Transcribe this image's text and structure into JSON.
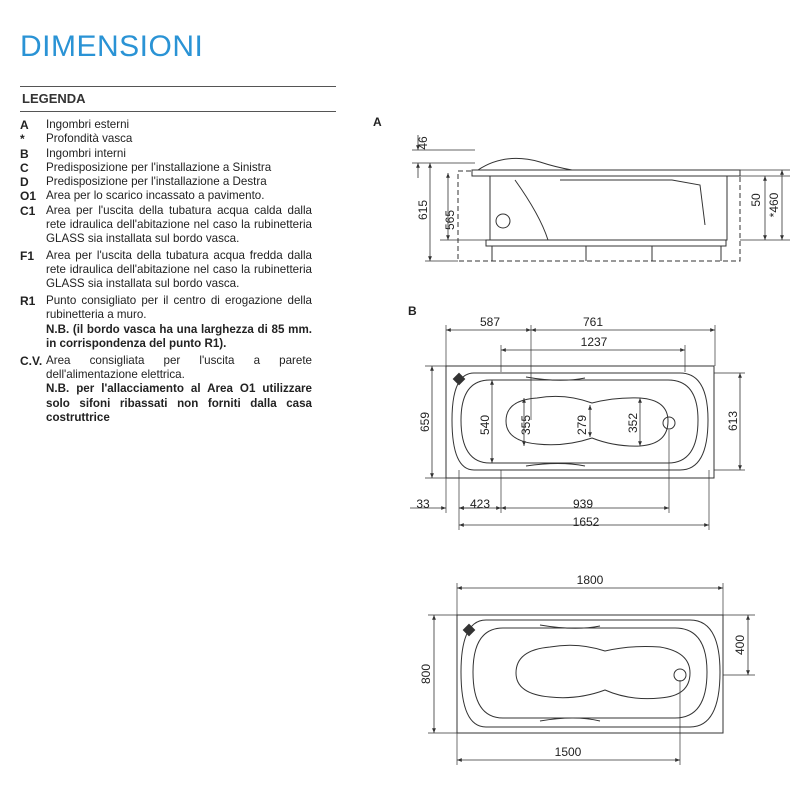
{
  "title": "DIMENSIONI",
  "legend": {
    "heading": "LEGENDA",
    "items": [
      {
        "key": "A",
        "text": "Ingombri esterni"
      },
      {
        "key": "*",
        "text": "Profondità vasca"
      },
      {
        "key": "B",
        "text": "Ingombri interni"
      },
      {
        "key": "C",
        "text": "Predisposizione per l'installazione a Sinistra"
      },
      {
        "key": "D",
        "text": "Predisposizione per l'installazione a Destra"
      },
      {
        "key": "O1",
        "text": "Area per lo scarico incassato a pavimento."
      },
      {
        "key": "C1",
        "text": "Area per l'uscita della tubatura acqua calda dalla rete idraulica dell'abitazione nel caso la rubinetteria GLASS sia installata sul bordo vasca."
      },
      {
        "key": "F1",
        "text": "Area per l'uscita della tubatura acqua fredda dalla rete idraulica dell'abitazione nel caso la rubinetteria GLASS sia installata sul bordo vasca."
      },
      {
        "key": "R1",
        "text": "Punto consigliato per il centro di erogazione della rubinetteria a muro."
      }
    ],
    "nb_r1": "N.B. (il bordo vasca ha una larghezza di 85 mm. in corrispondenza del punto R1).",
    "cv_key": "C.V.",
    "cv_text": "Area consigliata per l'uscita a parete dell'alimentazione elettrica.",
    "nb_cv": "N.B. per l'allacciamento al Area O1 utilizzare solo sifoni ribassati non forniti dalla casa costruttrice"
  },
  "diagram": {
    "label_a": "A",
    "label_b": "B",
    "side": {
      "d46": "46",
      "d615": "615",
      "d565": "565",
      "d50": "50",
      "d460": "*460"
    },
    "top": {
      "d587": "587",
      "d761": "761",
      "d1237": "1237",
      "d659": "659",
      "d540": "540",
      "d355": "355",
      "d279": "279",
      "d352": "352",
      "d613": "613",
      "d33": "33",
      "d423": "423",
      "d939": "939",
      "d1652": "1652"
    },
    "bottom": {
      "d1800": "1800",
      "d800": "800",
      "d400": "400",
      "d1500": "1500"
    }
  }
}
